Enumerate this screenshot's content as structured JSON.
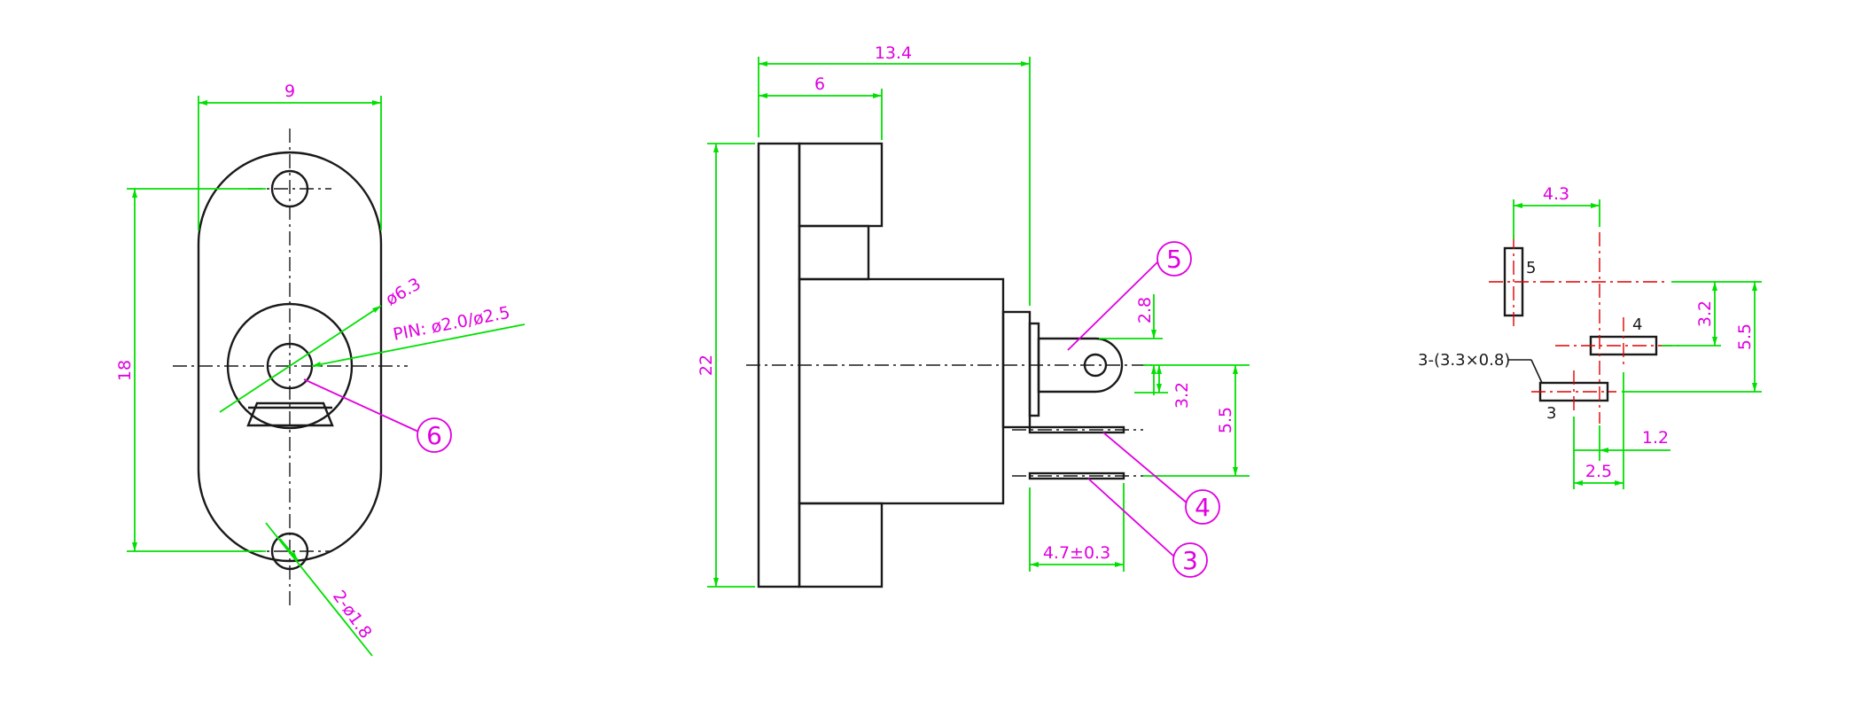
{
  "colors": {
    "outline": "#1a1a1a",
    "dimension_line": "#00e000",
    "dimension_text": "#e000e0",
    "centerline_red": "#e00000"
  },
  "front_view": {
    "width": "9",
    "height": "18",
    "jack_diameter": "ø6.3",
    "pin_diameter": "PIN: ø2.0/ø2.5",
    "mount_holes": "2-ø1.8",
    "callout_6": "6"
  },
  "side_view": {
    "overall_length": "13.4",
    "flange_length": "6",
    "overall_height": "22",
    "tab_offset": "2.8",
    "pin_offset_1": "3.2",
    "pin_offset_2": "5.5",
    "pin_length": "4.7±0.3",
    "callout_5": "5",
    "callout_4": "4",
    "callout_3": "3"
  },
  "footprint_view": {
    "spacing_x": "4.3",
    "spacing_y_1": "3.2",
    "spacing_y_2": "5.5",
    "offset_x_1": "1.2",
    "offset_x_2": "2.5",
    "slot_note": "3-(3.3×0.8)",
    "label_5": "5",
    "label_4": "4",
    "label_3": "3"
  }
}
